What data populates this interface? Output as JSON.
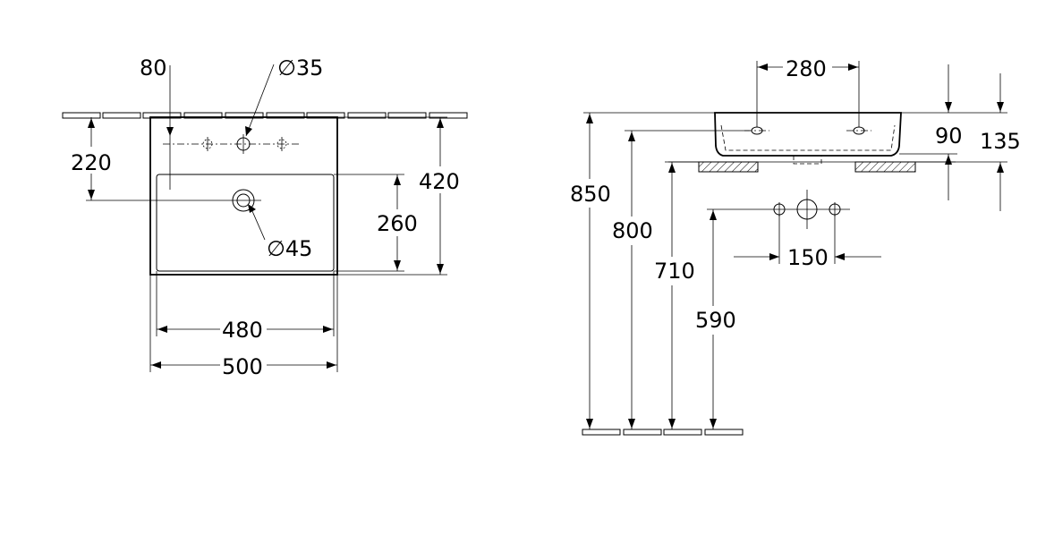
{
  "front_view": {
    "dim_width_outer": "500",
    "dim_width_inner": "480",
    "dim_height": "420",
    "dim_bowl_depth": "260",
    "dim_tap_to_drain": "220",
    "dim_tap_offset": "80",
    "dim_tap_hole": "∅35",
    "dim_drain_hole": "∅45"
  },
  "side_view": {
    "dim_tap_spacing": "280",
    "dim_rim_depth": "90",
    "dim_total_depth": "135",
    "dim_rim_height": "850",
    "dim_outlet_height": "800",
    "dim_bracket_height": "710",
    "dim_supply_height": "590",
    "dim_supply_spacing": "150"
  }
}
